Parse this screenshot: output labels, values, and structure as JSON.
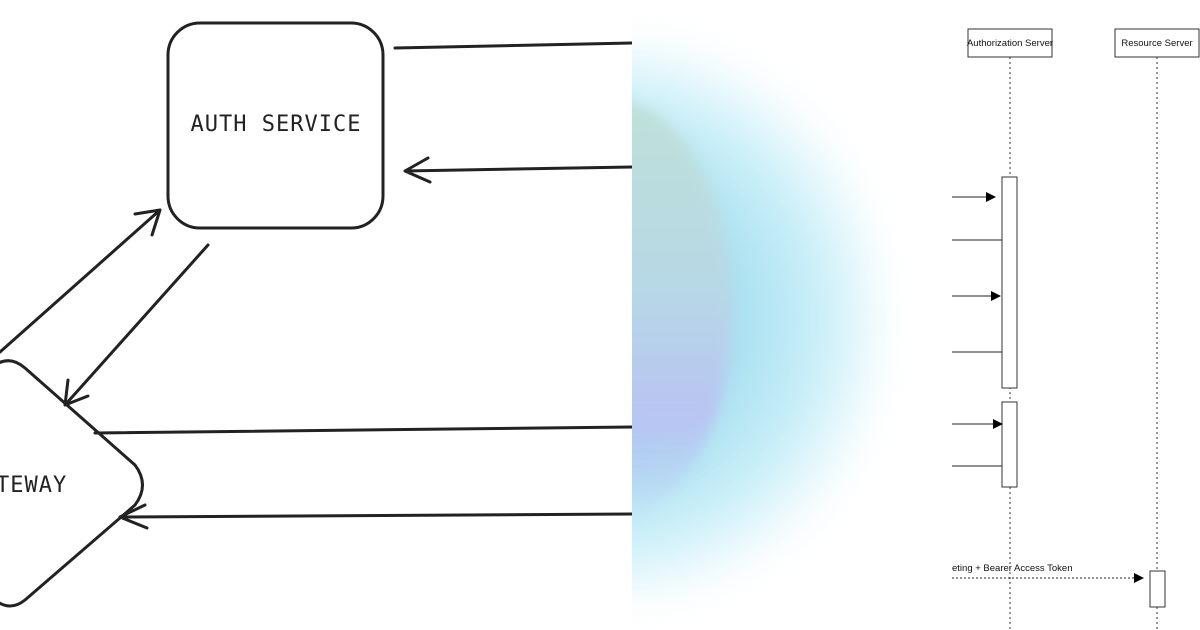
{
  "left_sketch": {
    "auth_service_label": "AUTH SERVICE",
    "gateway_label": "TEWAY"
  },
  "sequence_diagram": {
    "participants": [
      {
        "name": "Authorization Server"
      },
      {
        "name": "Resource Server"
      }
    ],
    "message_label": "eting + Bearer Access Token"
  },
  "colors": {
    "stroke": "#222222",
    "glow_teal": "#bfe0d8",
    "glow_cyan": "#a8e0f0",
    "glow_lavender": "#b8c4f2"
  }
}
